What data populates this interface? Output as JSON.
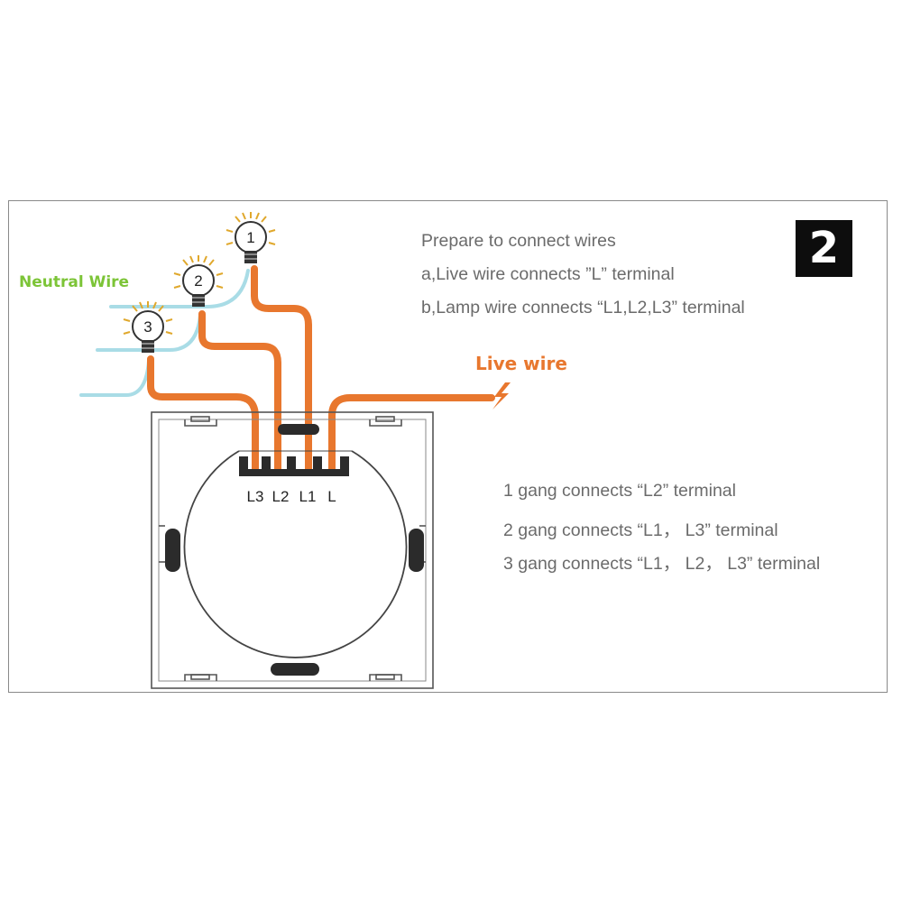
{
  "step_number": "2",
  "labels": {
    "neutral_wire": "Neutral Wire",
    "live_wire": "Live wire"
  },
  "instructions": {
    "title": "Prepare to connect wires",
    "line_a": "a,Live wire connects ”L” terminal",
    "line_b": "b,Lamp wire connects “L1,L2,L3” terminal"
  },
  "gang_notes": [
    "1 gang connects “L2” terminal",
    "2 gang connects “L1， L3” terminal",
    "3 gang connects “L1， L2， L3” terminal"
  ],
  "terminals": [
    "L3",
    "L2",
    "L1",
    "L"
  ],
  "bulbs": [
    "1",
    "2",
    "3"
  ],
  "colors": {
    "live": "#e8772e",
    "neutral": "#a9dce6",
    "neutral_label": "#7cc437",
    "live_label": "#e8772e",
    "text": "#6b6b6b",
    "badge_bg": "#0d0d0d"
  },
  "icons": [
    "bulb-icon",
    "lightning-bolt-icon"
  ]
}
